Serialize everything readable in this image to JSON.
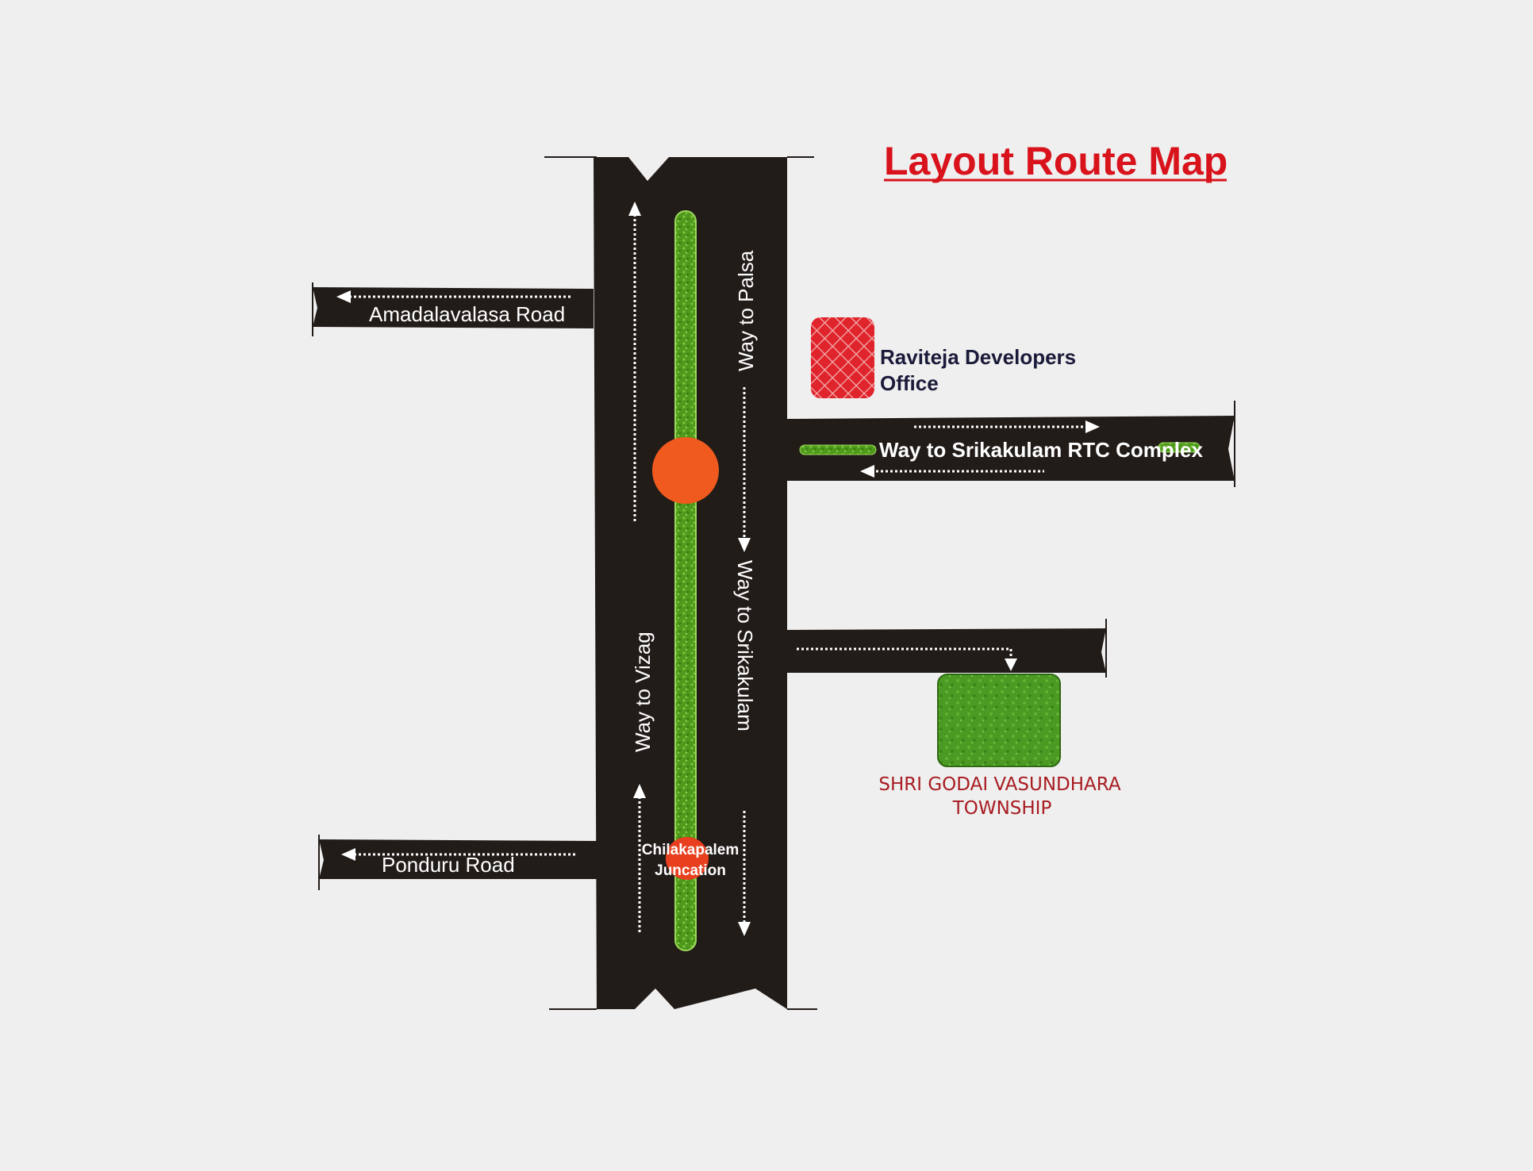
{
  "title": "Layout Route Map",
  "colors": {
    "background": "#efefef",
    "road": "#221c19",
    "median_green": "#58a820",
    "roundabout": "#f05a1e",
    "title_red": "#d8131c",
    "office_red": "#e0242c",
    "township_green": "#4a9a24",
    "township_text": "#a81c22",
    "office_text": "#1a1a3a"
  },
  "roads": {
    "amadalavalasa": "Amadalavalasa Road",
    "ponduru": "Ponduru Road",
    "way_to_palsa": "Way to Palsa",
    "way_to_srikakulam": "Way to Srikakulam",
    "way_to_vizag": "Way to Vizag",
    "way_to_rtc": "Way to Srikakulam RTC Complex"
  },
  "junction": {
    "line1": "Chilakapalem",
    "line2": "Juncation"
  },
  "landmarks": {
    "office_line1": "Raviteja Developers",
    "office_line2": "Office",
    "township_line1": "SHRI GODAI VASUNDHARA",
    "township_line2": "TOWNSHIP"
  }
}
